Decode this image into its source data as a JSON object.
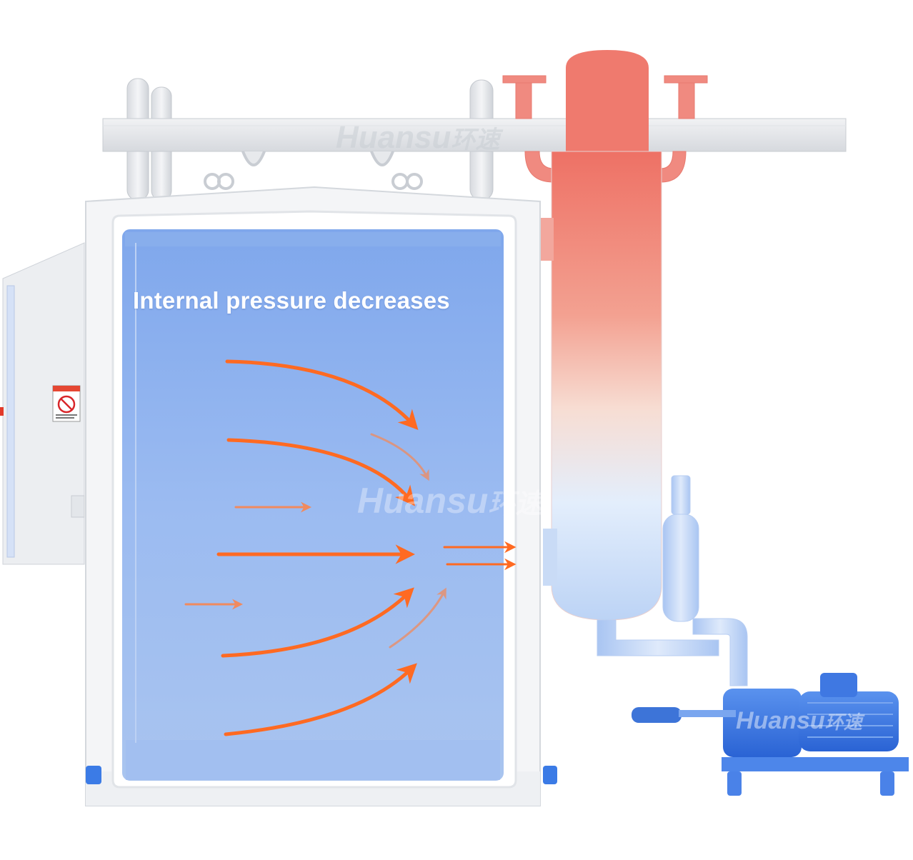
{
  "diagram": {
    "caption": "Internal pressure decreases",
    "watermark_latin": "Huansu",
    "watermark_cjk": "环速",
    "warning_label_icon": "no-person-warning-icon",
    "colors": {
      "chamber_fill": "#8fb2ee",
      "chamber_frame": "#e4e6ea",
      "arrow": "#ff6a22",
      "condenser_hot": "#f07a6e",
      "condenser_cold": "#d9e7fb",
      "pump": "#2f6fe0"
    },
    "components": [
      "vacuum-chamber",
      "chamber-door",
      "control-box",
      "top-support-beam",
      "condenser-column",
      "vacuum-pump",
      "pump-motor"
    ]
  }
}
